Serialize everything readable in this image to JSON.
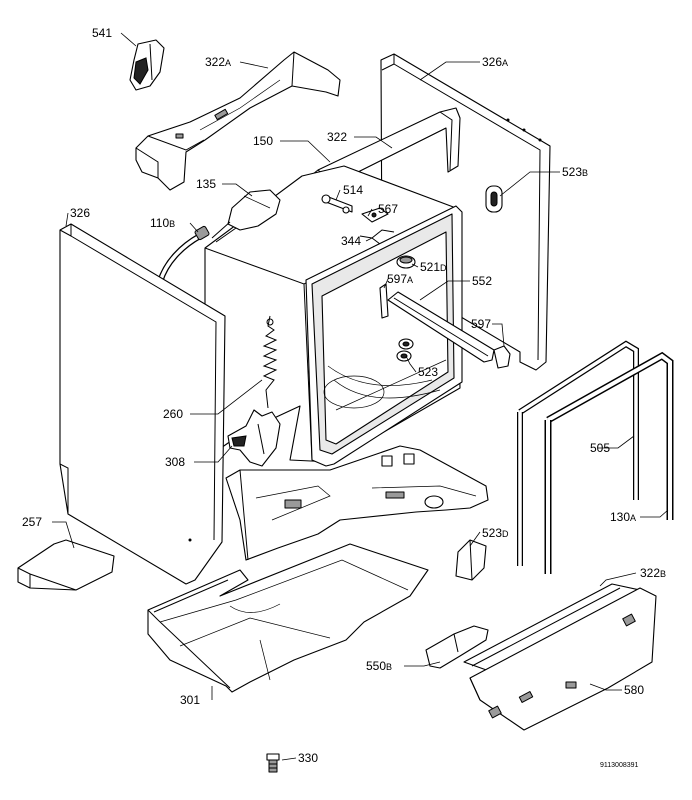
{
  "figure": {
    "drawing_number": "9113008391"
  },
  "callouts": [
    {
      "id": "541",
      "main": "541",
      "suffix": ""
    },
    {
      "id": "322a",
      "main": "322",
      "suffix": "A"
    },
    {
      "id": "326a",
      "main": "326",
      "suffix": "A"
    },
    {
      "id": "150",
      "main": "150",
      "suffix": ""
    },
    {
      "id": "322",
      "main": "322",
      "suffix": ""
    },
    {
      "id": "523b",
      "main": "523",
      "suffix": "B"
    },
    {
      "id": "135",
      "main": "135",
      "suffix": ""
    },
    {
      "id": "514",
      "main": "514",
      "suffix": ""
    },
    {
      "id": "567",
      "main": "567",
      "suffix": ""
    },
    {
      "id": "326",
      "main": "326",
      "suffix": ""
    },
    {
      "id": "110b",
      "main": "110",
      "suffix": "B"
    },
    {
      "id": "344",
      "main": "344",
      "suffix": ""
    },
    {
      "id": "521d",
      "main": "521",
      "suffix": "D"
    },
    {
      "id": "597a",
      "main": "597",
      "suffix": "A"
    },
    {
      "id": "552",
      "main": "552",
      "suffix": ""
    },
    {
      "id": "597",
      "main": "597",
      "suffix": ""
    },
    {
      "id": "523",
      "main": "523",
      "suffix": ""
    },
    {
      "id": "260",
      "main": "260",
      "suffix": ""
    },
    {
      "id": "505",
      "main": "505",
      "suffix": ""
    },
    {
      "id": "308",
      "main": "308",
      "suffix": ""
    },
    {
      "id": "257",
      "main": "257",
      "suffix": ""
    },
    {
      "id": "130a",
      "main": "130",
      "suffix": "A"
    },
    {
      "id": "523d",
      "main": "523",
      "suffix": "D"
    },
    {
      "id": "322b",
      "main": "322",
      "suffix": "B"
    },
    {
      "id": "550b",
      "main": "550",
      "suffix": "B"
    },
    {
      "id": "301",
      "main": "301",
      "suffix": ""
    },
    {
      "id": "580",
      "main": "580",
      "suffix": ""
    },
    {
      "id": "330",
      "main": "330",
      "suffix": ""
    }
  ]
}
